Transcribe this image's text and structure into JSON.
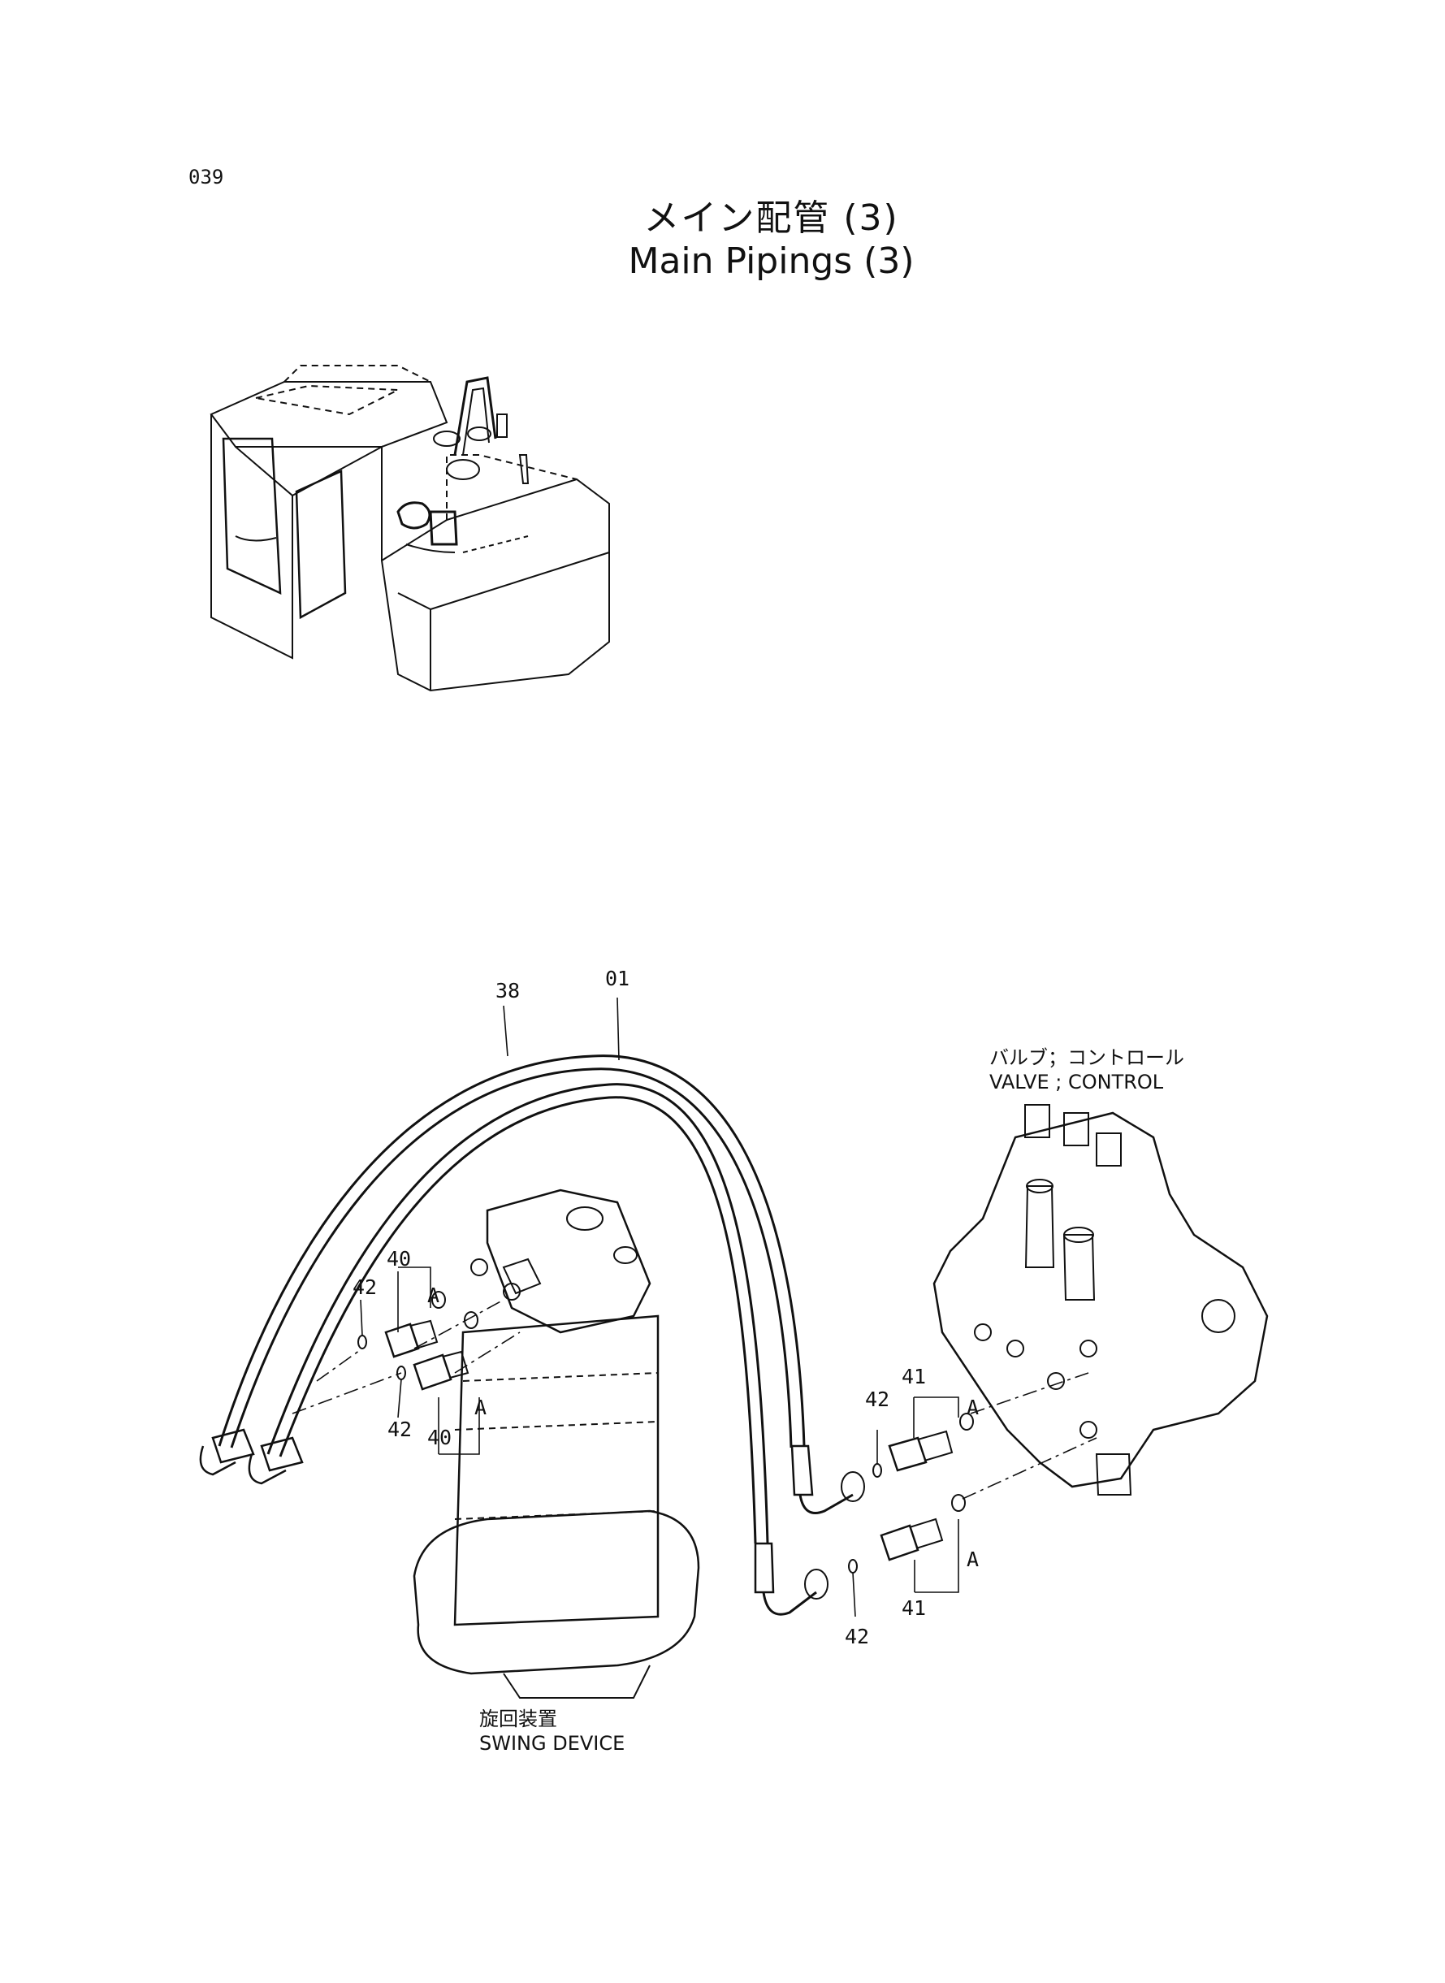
{
  "header": {
    "page_number": "039",
    "title_jp": "メイン配管 (3)",
    "title_en": "Main Pipings (3)"
  },
  "components": {
    "control_valve_jp": "バルブ；コントロール",
    "control_valve_en": "VALVE ; CONTROL",
    "swing_device_jp": "旋回装置",
    "swing_device_en": "SWING DEVICE"
  },
  "callouts": {
    "hose_01": "01",
    "hose_38": "38",
    "fitting_40_top": "40",
    "fitting_40_bottom": "40",
    "fitting_41_top": "41",
    "fitting_41_bottom": "41",
    "oring_42_left_top": "42",
    "oring_42_left_bottom": "42",
    "oring_42_right_top": "42",
    "oring_42_right_bottom": "42",
    "ref_a_1": "A",
    "ref_a_2": "A",
    "ref_a_3": "A",
    "ref_a_4": "A"
  }
}
